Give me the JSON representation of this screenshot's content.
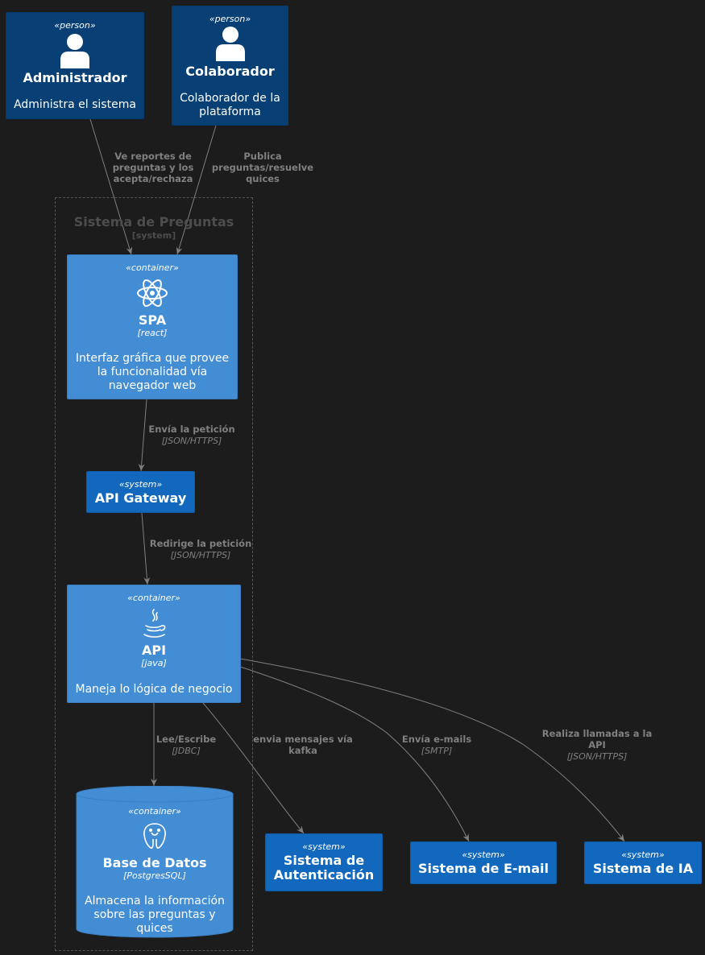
{
  "boundary": {
    "name": "Sistema de Preguntas",
    "type": "[system]"
  },
  "persons": {
    "admin": {
      "stereotype": "«person»",
      "title": "Administrador",
      "desc": "Administra el sistema"
    },
    "colab": {
      "stereotype": "«person»",
      "title": "Colaborador",
      "desc_line1": "Colaborador de la",
      "desc_line2": "plataforma"
    }
  },
  "containers": {
    "spa": {
      "stereotype": "«container»",
      "title": "SPA",
      "tech": "[react]",
      "desc_line1": "Interfaz gráfica que provee",
      "desc_line2": "la funcionalidad vía",
      "desc_line3": "navegador web",
      "icon": "react-icon"
    },
    "api": {
      "stereotype": "«container»",
      "title": "API",
      "tech": "[java]",
      "desc": "Maneja lo lógica de negocio",
      "icon": "java-icon"
    },
    "db": {
      "stereotype": "«container»",
      "title": "Base de Datos",
      "tech": "[PostgresSQL]",
      "desc_line1": "Almacena la información",
      "desc_line2": "sobre las preguntas y",
      "desc_line3": "quices",
      "icon": "postgresql-icon"
    }
  },
  "systems": {
    "gateway": {
      "stereotype": "«system»",
      "title": "API Gateway"
    },
    "auth": {
      "stereotype": "«system»",
      "title_line1": "Sistema de",
      "title_line2": "Autenticación"
    },
    "email": {
      "stereotype": "«system»",
      "title": "Sistema de E-mail"
    },
    "ia": {
      "stereotype": "«system»",
      "title": "Sistema de IA"
    }
  },
  "relations": {
    "admin_spa": {
      "l1": "Ve reportes de",
      "l2": "preguntas y los",
      "l3": "acepta/rechaza"
    },
    "colab_spa": {
      "l1": "Publica",
      "l2": "preguntas/resuelve",
      "l3": "quices"
    },
    "spa_gateway": {
      "label": "Envía la petición",
      "tech": "[JSON/HTTPS]"
    },
    "gateway_api": {
      "label": "Redirige la petición",
      "tech": "[JSON/HTTPS]"
    },
    "api_db": {
      "label": "Lee/Escribe",
      "tech": "[JDBC]"
    },
    "api_auth": {
      "l1": "envia mensajes vía",
      "l2": "kafka"
    },
    "api_email": {
      "label": "Envía e-mails",
      "tech": "[SMTP]"
    },
    "api_ia": {
      "l1": "Realiza llamadas a la",
      "l2": "API",
      "tech": "[JSON/HTTPS]"
    }
  },
  "colors": {
    "background": "#1c1c1c",
    "person": "#083f75",
    "container": "#438dd5",
    "system": "#1168bd",
    "edge": "#808080"
  }
}
